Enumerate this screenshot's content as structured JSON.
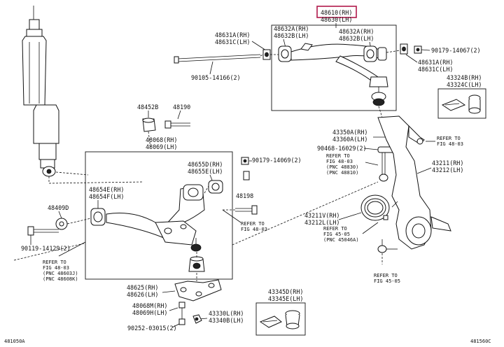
{
  "labels": {
    "p48610": "48610(RH)",
    "p48630": "48630(LH)",
    "p48631a_top": "48631A(RH)",
    "p48631c_top": "48631C(LH)",
    "p48632a_l": "48632A(RH)",
    "p48632b_l": "48632B(LH)",
    "p48632a_r": "48632A(RH)",
    "p48632b_r": "48632B(LH)",
    "p90179_top": "90179-14067(2)",
    "p48631a_r": "48631A(RH)",
    "p48631c_r": "48631C(LH)",
    "p90105": "90105-14166(2)",
    "p43324b": "43324B(RH)",
    "p43324c": "43324C(LH)",
    "p48452b": "48452B",
    "p48190": "48190",
    "p48068": "48068(RH)",
    "p48069": "48069(LH)",
    "p48655d": "48655D(RH)",
    "p48655e": "48655E(LH)",
    "p90179_mid": "90179-14069(2)",
    "p48654e": "48654E(RH)",
    "p48654f": "48654F(LH)",
    "p48198": "48198",
    "p48409d": "48409D",
    "ref4803_mid_a": "REFER TO",
    "ref4803_mid_b": "FIG 48-03",
    "p90119": "90119-14129(2)",
    "ref4803_bot_a": "REFER TO",
    "ref4803_bot_b": "FIG 48-03",
    "ref4803_bot_c": "(PNC 48603J)",
    "ref4803_bot_d": "(PNC 48608K)",
    "p48625": "48625(RH)",
    "p48626": "48626(LH)",
    "p48068m": "48068M(RH)",
    "p48069h": "48069H(LH)",
    "p43330l": "43330L(RH)",
    "p43340b": "43340B(LH)",
    "p90252": "90252-03015(2)",
    "p43345d": "43345D(RH)",
    "p43345e": "43345E(LH)",
    "p43350a": "43350A(RH)",
    "p43360a": "43360A(LH)",
    "p90468": "90468-16029(2)",
    "ref4803_knuckle_a": "REFER TO",
    "ref4803_knuckle_b": "FIG 48-03",
    "ref4803_knuckle_c": "(PNC 48830)",
    "ref4803_knuckle_d": "(PNC 48810)",
    "ref4803_right_a": "REFER TO",
    "ref4803_right_b": "FIG 48-03",
    "p43211": "43211(RH)",
    "p43212": "43212(LH)",
    "p43211v": "43211V(RH)",
    "p43212l": "43212L(LH)",
    "ref4505_a": "REFER TO",
    "ref4505_b": "FIG 45-05",
    "ref4505_c": "(PNC 45046A)",
    "ref4505_right_a": "REFER TO",
    "ref4505_right_b": "FIG 45-05",
    "corner_left": "481050A",
    "corner_right": "481560C"
  },
  "colors": {
    "highlight_box": "#b0184a",
    "ink": "#111111"
  }
}
